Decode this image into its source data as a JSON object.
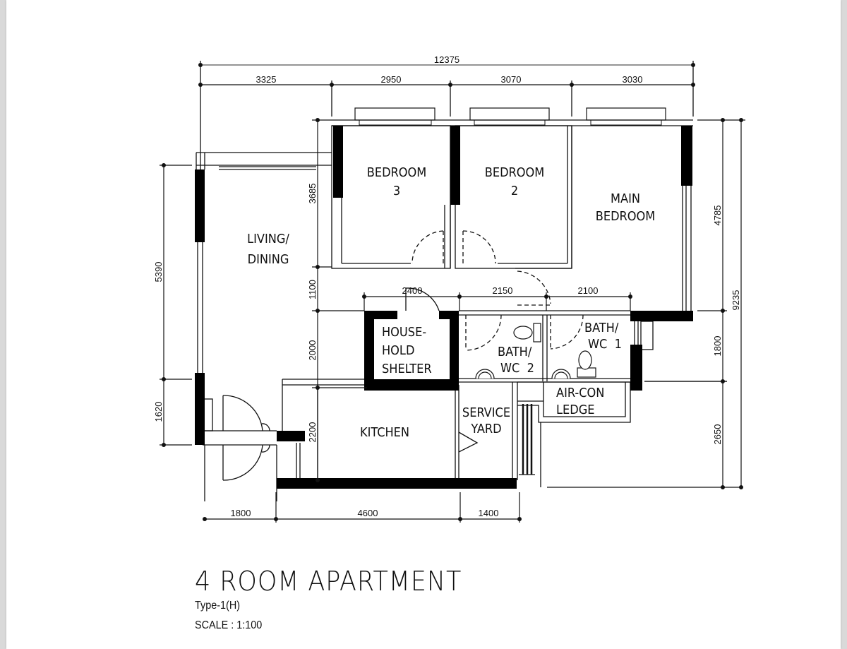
{
  "plan": {
    "title": "4 ROOM APARTMENT",
    "type": "Type-1(H)",
    "scale": "SCALE : 1:100"
  },
  "dimensions": {
    "top_total": "12375",
    "top": [
      "3325",
      "2950",
      "3070",
      "3030"
    ],
    "left": [
      "5390",
      "1620"
    ],
    "inner_left": [
      "3685",
      "1100",
      "2000",
      "2200"
    ],
    "mid": [
      "2400",
      "2150",
      "2100"
    ],
    "right_inner": [
      "4785",
      "1800",
      "2650"
    ],
    "right_total": "9235",
    "bottom": [
      "1800",
      "4600",
      "1400"
    ]
  },
  "rooms": {
    "living": [
      "LIVING/",
      "DINING"
    ],
    "bedroom3": [
      "BEDROOM",
      "3"
    ],
    "bedroom2": [
      "BEDROOM",
      "2"
    ],
    "main_bedroom": [
      "MAIN",
      "BEDROOM"
    ],
    "shelter": [
      "HOUSE-",
      "HOLD",
      "SHELTER"
    ],
    "bath2": [
      "BATH/",
      "WC  2"
    ],
    "bath1": [
      "BATH/",
      "WC  1"
    ],
    "kitchen": [
      "KITCHEN"
    ],
    "service_yard": [
      "SERVICE",
      "YARD"
    ],
    "aircon": [
      "AIR-CON",
      "LEDGE"
    ]
  }
}
